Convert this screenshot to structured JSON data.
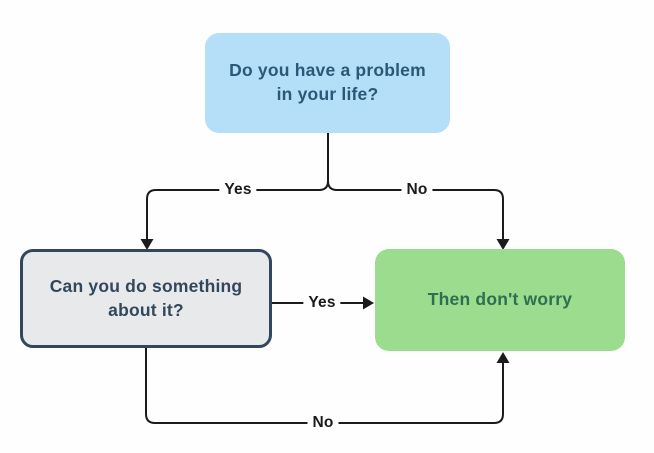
{
  "colors": {
    "bg": "#fefefe",
    "line": "#1b1b1b",
    "node1-fill": "#b5dff8",
    "node1-text": "#2b5877",
    "node2-fill": "#e8e9ea",
    "node2-border": "#33475c",
    "node2-text": "#33475c",
    "node3-fill": "#9bdc8f",
    "node3-text": "#2d6f4f"
  },
  "flowchart": {
    "nodes": {
      "problem_question": "Do you have a problem in your life?",
      "action_question": "Can you do something about it?",
      "result": "Then don't worry"
    },
    "edge_labels": {
      "yes_top": "Yes",
      "no_top": "No",
      "yes_middle": "Yes",
      "no_bottom": "No"
    }
  }
}
